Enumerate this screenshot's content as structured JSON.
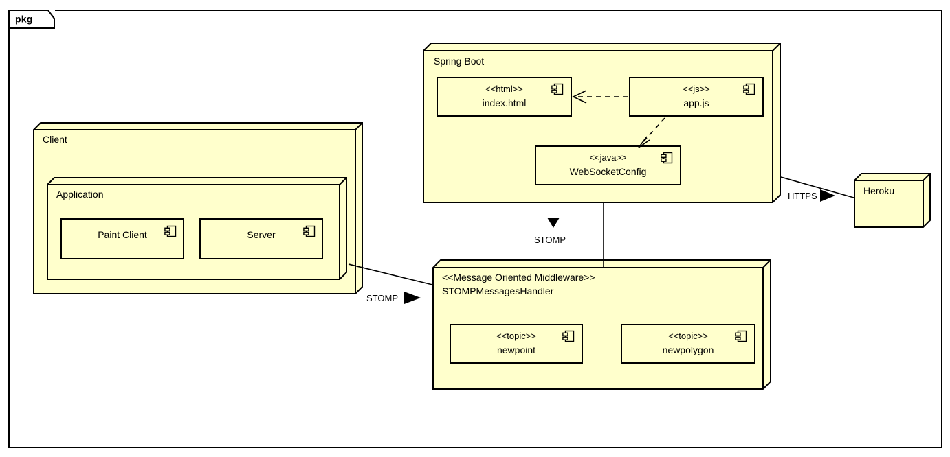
{
  "diagram": {
    "package_tab_label": "pkg",
    "fill_color": "#FFFFCC",
    "line_color": "#000000",
    "background": "#FFFFFF"
  },
  "nodes": {
    "client": {
      "title": "Client",
      "application": {
        "title": "Application",
        "components": [
          {
            "stereotype": "",
            "name": "Paint Client",
            "icon": "component-icon"
          },
          {
            "stereotype": "",
            "name": "Server",
            "icon": "component-icon"
          }
        ]
      }
    },
    "spring_boot": {
      "title": "Spring Boot",
      "components": [
        {
          "stereotype": "<<html>>",
          "name": "index.html",
          "icon": "component-icon"
        },
        {
          "stereotype": "<<js>>",
          "name": "app.js",
          "icon": "component-icon"
        },
        {
          "stereotype": "<<java>>",
          "name": "WebSocketConfig",
          "icon": "component-icon"
        }
      ]
    },
    "mom": {
      "stereotype": "<<Message Oriented Middleware>>",
      "title": "STOMPMessagesHandler",
      "components": [
        {
          "stereotype": "<<topic>>",
          "name": "newpoint",
          "icon": "component-icon"
        },
        {
          "stereotype": "<<topic>>",
          "name": "newpolygon",
          "icon": "component-icon"
        }
      ]
    },
    "heroku": {
      "title": "Heroku"
    }
  },
  "connections": [
    {
      "id": "client-to-mom",
      "label": "STOMP",
      "arrow": "right-triangle",
      "from": "client",
      "to": "mom"
    },
    {
      "id": "springboot-to-mom",
      "label": "STOMP",
      "arrow": "up-triangle",
      "from": "mom",
      "to": "spring_boot"
    },
    {
      "id": "springboot-to-heroku",
      "label": "HTTPS",
      "arrow": "right-triangle",
      "from": "spring_boot",
      "to": "heroku"
    },
    {
      "id": "appjs-to-indexhtml",
      "label": "",
      "arrow": "dashed-open",
      "from": "app.js",
      "to": "index.html"
    },
    {
      "id": "appjs-to-websocketconfig",
      "label": "",
      "arrow": "dashed-open",
      "from": "app.js",
      "to": "WebSocketConfig"
    }
  ]
}
